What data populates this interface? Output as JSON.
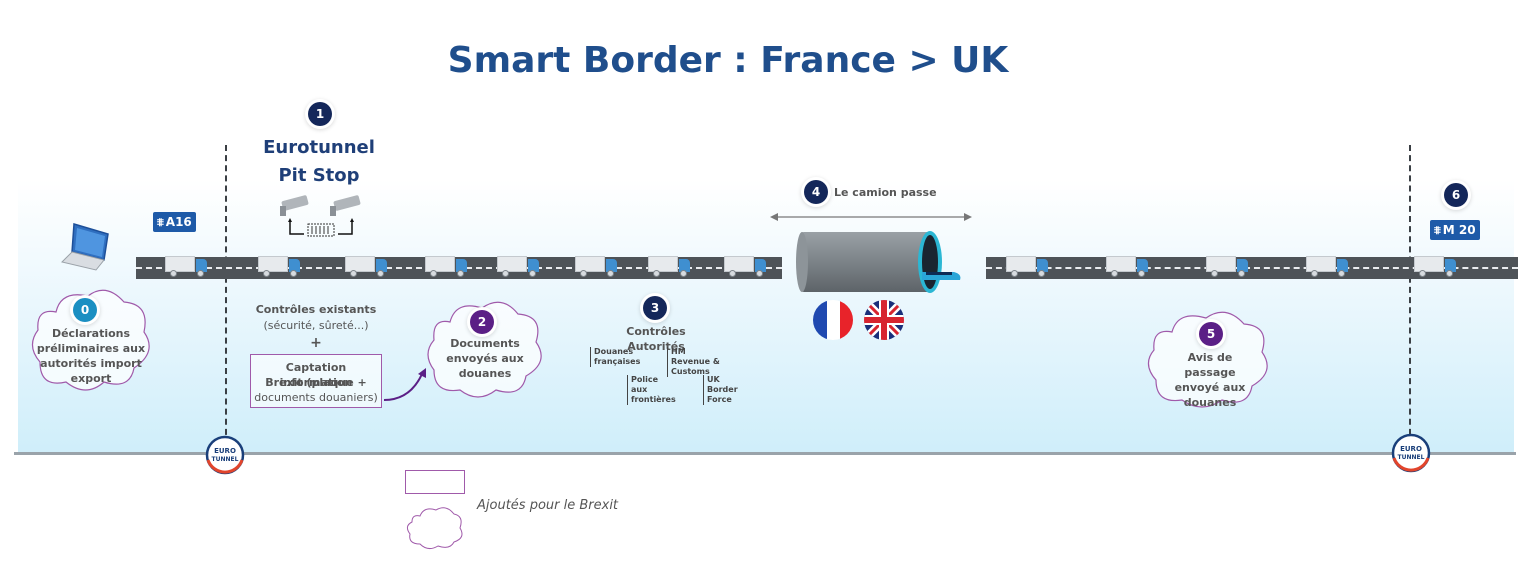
{
  "title": "Smart Border : France > UK",
  "steps": {
    "s0": {
      "num": "0",
      "text": "Déclarations préliminaires aux autorités import export"
    },
    "s1": {
      "num": "1",
      "title_line1": "Eurotunnel",
      "title_line2": "Pit Stop"
    },
    "s2": {
      "num": "2",
      "text": "Documents envoyés aux douanes"
    },
    "s3": {
      "num": "3",
      "title": "Contrôles Autorités",
      "authorities": [
        "Douanes françaises",
        "HM Revenue & Customs",
        "Police aux frontières",
        "UK Border Force"
      ]
    },
    "s4": {
      "num": "4",
      "text": "Le camion passe"
    },
    "s5": {
      "num": "5",
      "text": "Avis de passage envoyé aux douanes"
    },
    "s6": {
      "num": "6"
    }
  },
  "controls": {
    "existing_line1": "Contrôles existants",
    "existing_line2": "(sécurité, sûreté...)",
    "plus": "+",
    "capture_line1": "Captation information",
    "capture_line2": "Brexit (plaque +",
    "capture_line3": "documents douaniers)"
  },
  "road_signs": {
    "left": "A16",
    "right": "M 20"
  },
  "logo": {
    "line1": "EURO",
    "line2": "TUNNEL"
  },
  "legend": {
    "label": "Ajoutés pour le Brexit"
  },
  "colors": {
    "navy": "#14275a",
    "purple": "#5b1f86",
    "teal": "#1b8fc2",
    "title": "#1f4e8c",
    "brexit_outline": "#a05aaa"
  }
}
